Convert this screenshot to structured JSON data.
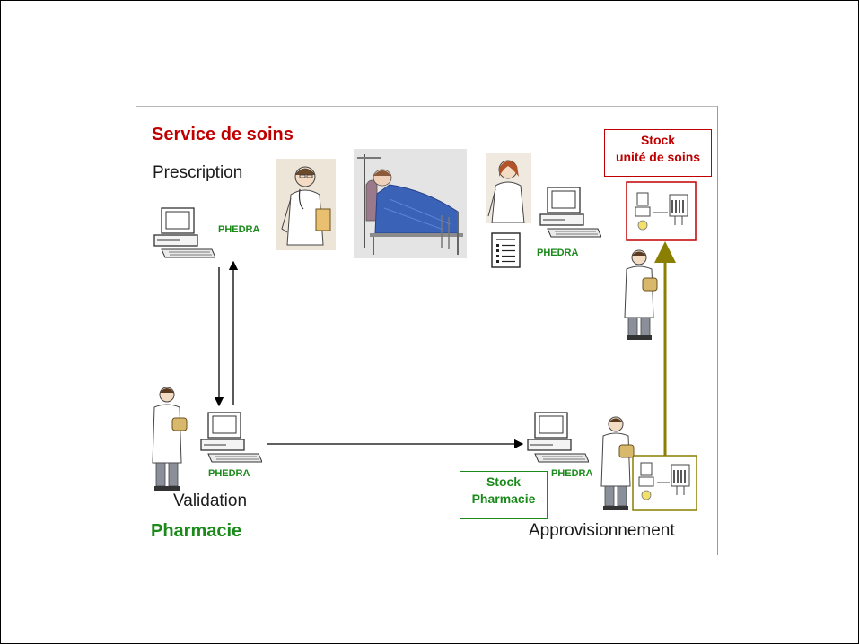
{
  "service": {
    "title": "Service de soins",
    "prescription_label": "Prescription"
  },
  "pharmacy": {
    "title": "Pharmacie",
    "validation_label": "Validation"
  },
  "supply_label": "Approvisionnement",
  "software_label": "PHEDRA",
  "stock_care_unit": {
    "line1": "Stock",
    "line2": "unité de soins"
  },
  "stock_pharmacy": {
    "line1": "Stock",
    "line2": "Pharmacie"
  },
  "colors": {
    "service_red": "#c00000",
    "pharmacy_green": "#1a8a1a",
    "supply_arrow_olive": "#8a7f00",
    "flow_arrow": "#000000"
  }
}
